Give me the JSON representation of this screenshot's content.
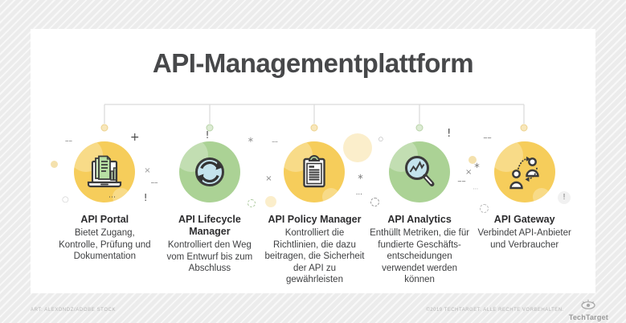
{
  "page": {
    "title": "API-Managementplattform"
  },
  "columns": [
    {
      "heading": "API Portal",
      "description": "Bietet Zugang, Kontrolle, Prüfung und Dokumentation",
      "circle_color": "#f6cd5b",
      "icon": "laptop-documents-icon"
    },
    {
      "heading": "API Lifecycle Manager",
      "description": "Kontrolliert den Weg vom Entwurf bis zum Abschluss",
      "circle_color": "#abd295",
      "icon": "lifecycle-cycle-icon"
    },
    {
      "heading": "API Policy Manager",
      "description": "Kontrolliert die Richtlinien, die dazu beitragen, die Sicherheit der API zu gewährleisten",
      "circle_color": "#f6cd5b",
      "icon": "policy-clipboard-icon"
    },
    {
      "heading": "API Analytics",
      "description": "Enthüllt Metriken, die für fundierte Geschäfts- entscheidungen verwendet werden können",
      "circle_color": "#abd295",
      "icon": "analytics-magnifier-icon"
    },
    {
      "heading": "API Gateway",
      "description": "Verbindet API-Anbieter und Verbraucher",
      "circle_color": "#f6cd5b",
      "icon": "gateway-people-icon"
    }
  ],
  "decorations": {
    "plus": "+",
    "asterisk": "∗",
    "cross": "×",
    "exclamation": "!",
    "dots": "⋯",
    "double_dash": "‒‒",
    "ring": "○"
  },
  "footer": {
    "art_credit": "ART: ALEXDNDZ/ADOBE STOCK",
    "copyright": "©2019 TECHTARGET. ALLE RECHTE VORBEHALTEN.",
    "brand": "TechTarget"
  },
  "colors": {
    "background": "#ececec",
    "card": "#ffffff",
    "title_text": "#47484a",
    "heading_text": "#2d2d2f",
    "body_text": "#3e3f41",
    "yellow_circle": "#f6cd5b",
    "green_circle": "#abd295",
    "icon_outline": "#3b3b3b",
    "icon_blue_fill": "#c4e3ed",
    "icon_green_fill": "#b7dfa3",
    "connector_line": "#d9d9d9",
    "dot_yellow": "#f8e7bb",
    "dot_green": "#dcebd3",
    "footer_text": "#b5b5b5"
  }
}
